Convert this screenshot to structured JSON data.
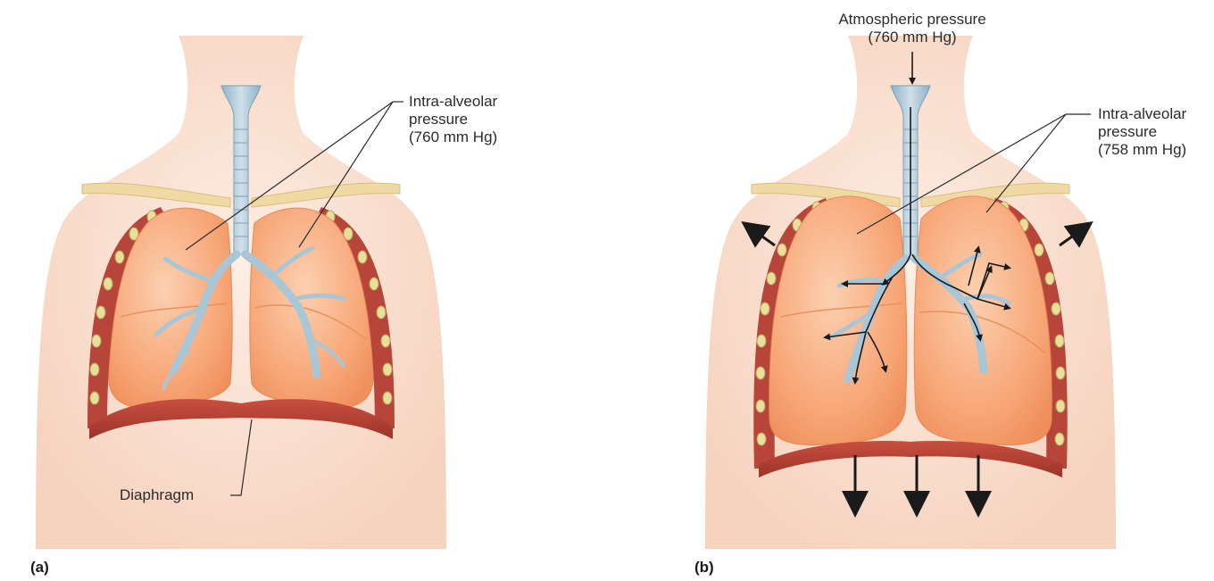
{
  "panels": [
    {
      "letter": "(a)",
      "labels": {
        "intra_alveolar": [
          "Intra-alveolar",
          "pressure",
          "(760 mm Hg)"
        ],
        "diaphragm": "Diaphragm"
      }
    },
    {
      "letter": "(b)",
      "labels": {
        "atmospheric": [
          "Atmospheric pressure",
          "(760 mm Hg)"
        ],
        "intra_alveolar": [
          "Intra-alveolar",
          "pressure",
          "(758 mm Hg)"
        ]
      }
    }
  ],
  "colors": {
    "skin": "#fbe3d3",
    "lung": "#f7a978",
    "airway": "#a9c6d6",
    "muscle": "#b84539",
    "clavicle": "#f1d9a4"
  }
}
